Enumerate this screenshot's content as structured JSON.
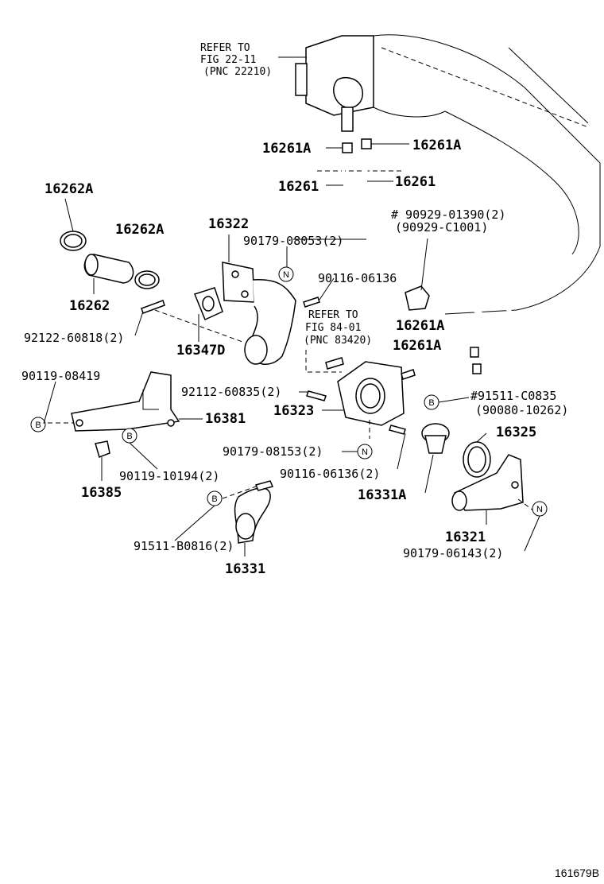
{
  "refer_top": {
    "line1": "REFER TO",
    "line2": "FIG 22-11",
    "line3": "(PNC 22210)"
  },
  "refer_mid": {
    "line1": "REFER TO",
    "line2": "FIG 84-01",
    "line3": "(PNC 83420)"
  },
  "labels": {
    "p16261a_left": "16261A",
    "p16261a_right": "16261A",
    "p16261_left": "16261",
    "p16261_right": "16261",
    "p90929_01390": "# 90929-01390(2)",
    "p90929_c1001": "(90929-C1001)",
    "p16262a_top": "16262A",
    "p16262a_mid": "16262A",
    "p16262": "16262",
    "p92122": "92122-60818(2)",
    "p16322": "16322",
    "p90179_08053": "90179-08053(2)",
    "p90116_06136_top": "90116-06136",
    "p16347d": "16347D",
    "p16261a_low1": "16261A",
    "p16261a_low2": "16261A",
    "p90119_08419": "90119-08419",
    "p92112": "92112-60835(2)",
    "p91511_c0835": "#91511-C0835",
    "p90080": "(90080-10262)",
    "p16323": "16323",
    "p16381": "16381",
    "p16325": "16325",
    "p90179_08153": "90179-08153(2)",
    "p90116_06136_bot": "90116-06136(2)",
    "p90119_10194": "90119-10194(2)",
    "p16385": "16385",
    "p16331a": "16331A",
    "p16321": "16321",
    "p91511_b0816": "91511-B0816(2)",
    "p90179_06143": "90179-06143(2)",
    "p16331": "16331"
  },
  "badges": {
    "b": "B",
    "n": "N"
  },
  "figure_id": "161679B"
}
